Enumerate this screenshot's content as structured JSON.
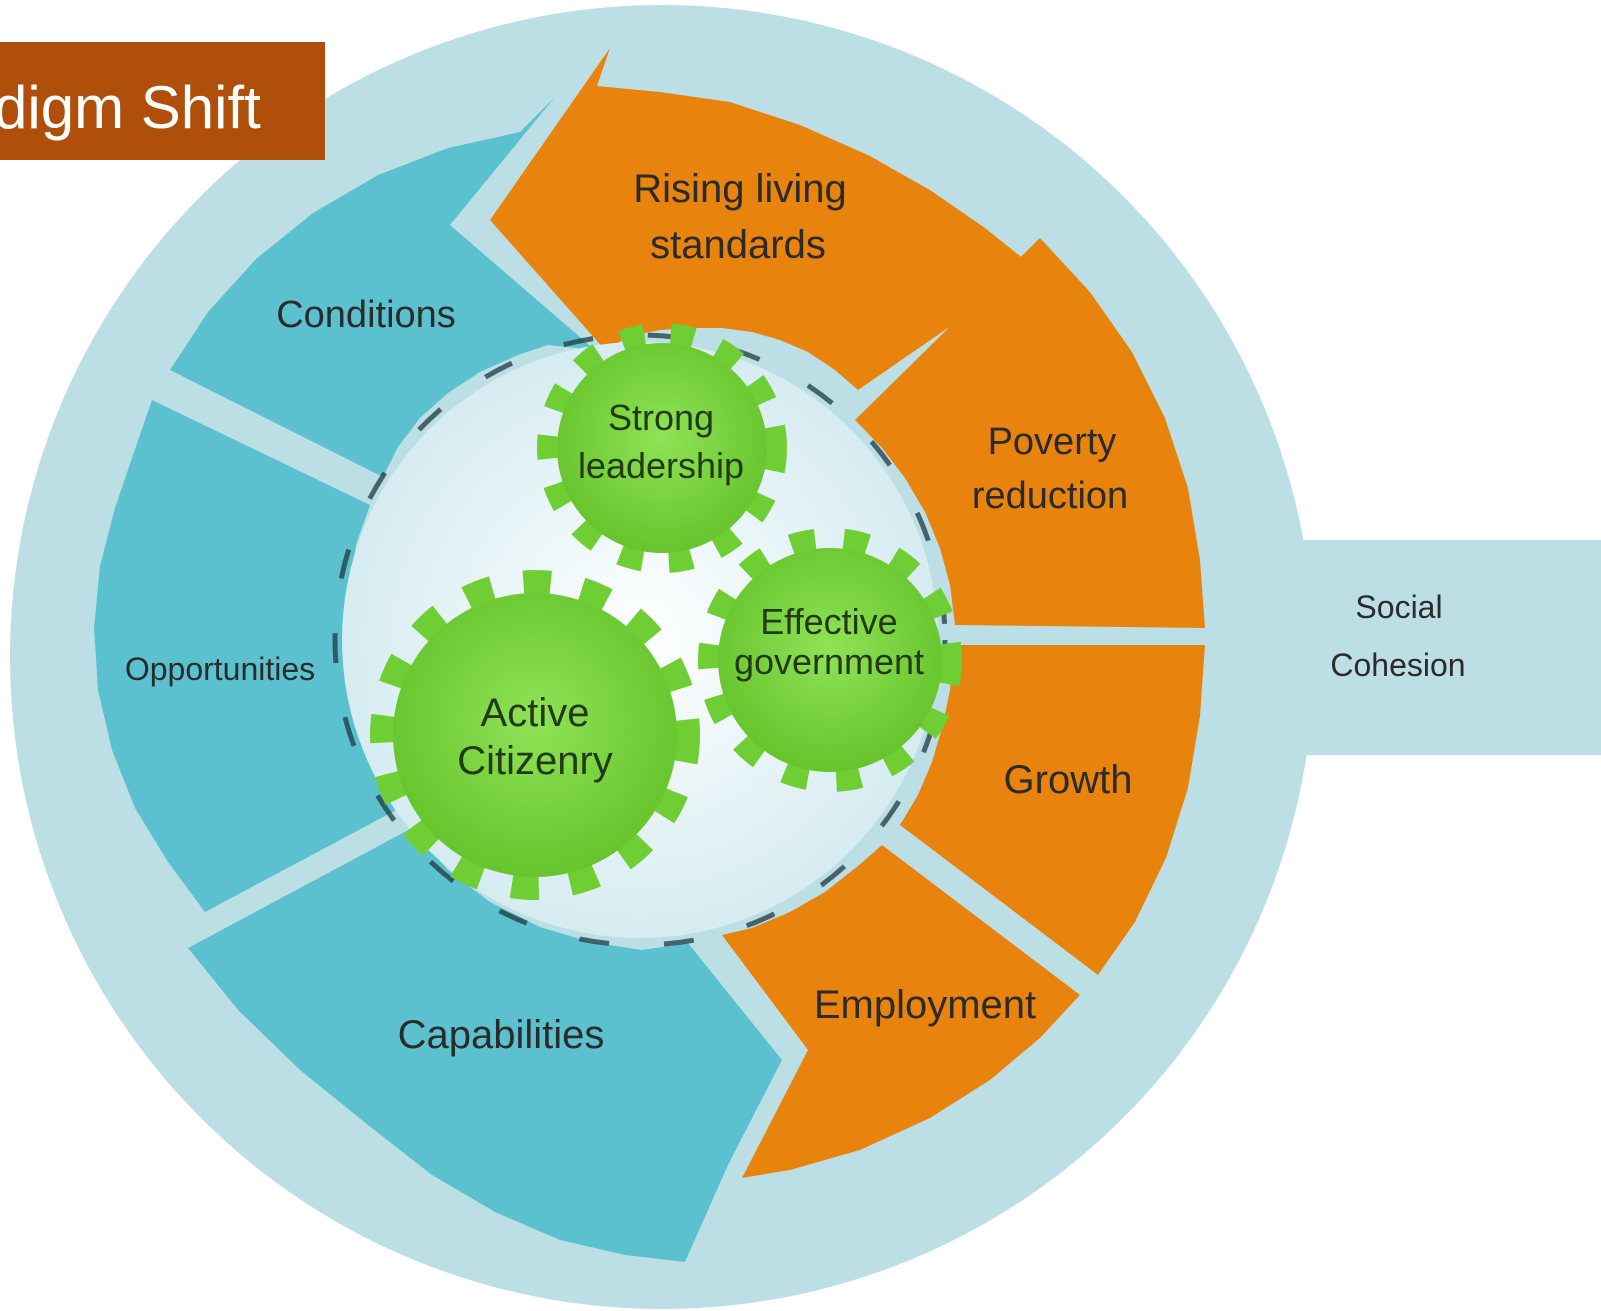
{
  "title": "digm Shift",
  "colors": {
    "outer_ring": "#bcdfe6",
    "inner_disc": "#edf7f9",
    "teal_segment": "#5cc1cf",
    "orange_segment": "#e8830e",
    "gear": "#7ad63e",
    "title_bg": "#b04f0b"
  },
  "segments": {
    "conditions": "Conditions",
    "opportunities": "Opportunities",
    "capabilities": "Capabilities",
    "rising_line1": "Rising living",
    "rising_line2": "standards",
    "poverty_line1": "Poverty",
    "poverty_line2": "reduction",
    "growth": "Growth",
    "employment": "Employment"
  },
  "gears": {
    "strong_line1": "Strong",
    "strong_line2": "leadership",
    "effective_line1": "Effective",
    "effective_line2": "government",
    "active_line1": "Active",
    "active_line2": "Citizenry"
  },
  "social_cohesion": {
    "line1": "Social",
    "line2": "Cohesion"
  }
}
